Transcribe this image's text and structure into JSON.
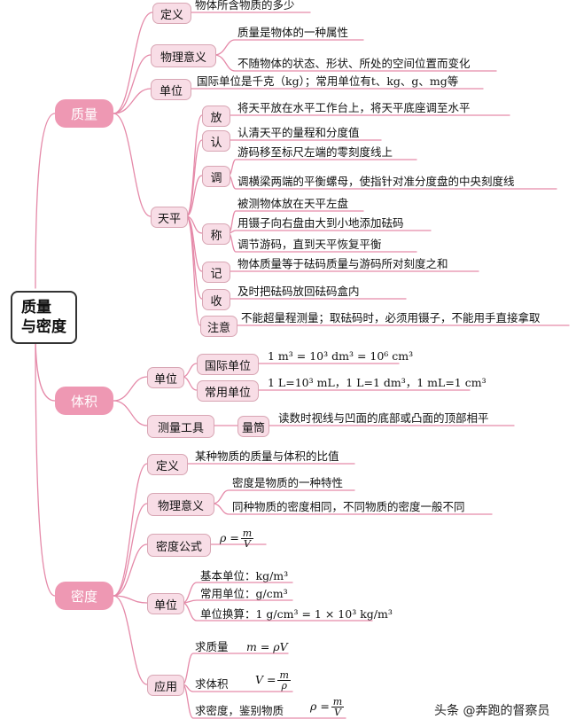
{
  "root": {
    "line1": "质量",
    "line2": "与密度"
  },
  "mass": {
    "label": "质量",
    "definition": {
      "label": "定义",
      "text": "物体所含物质的多少"
    },
    "physical_meaning": {
      "label": "物理意义",
      "items": [
        "质量是物体的一种属性",
        "不随物体的状态、形状、所处的空间位置而变化"
      ]
    },
    "unit": {
      "label": "单位",
      "text": "国际单位是千克（kg）；常用单位有t、kg、g、mg等"
    },
    "balance": {
      "label": "天平",
      "steps": [
        {
          "label": "放",
          "items": [
            "将天平放在水平工作台上，将天平底座调至水平"
          ]
        },
        {
          "label": "认",
          "items": [
            "认清天平的量程和分度值"
          ]
        },
        {
          "label": "调",
          "items": [
            "游码移至标尺左端的零刻度线上",
            "调横梁两端的平衡螺母，使指针对准分度盘的中央刻度线"
          ]
        },
        {
          "label": "称",
          "items": [
            "被测物体放在天平左盘",
            "用镊子向右盘由大到小地添加砝码",
            "调节游码，直到天平恢复平衡"
          ]
        },
        {
          "label": "记",
          "items": [
            "物体质量等于砝码质量与游码所对刻度之和"
          ]
        },
        {
          "label": "收",
          "items": [
            "及时把砝码放回砝码盒内"
          ]
        },
        {
          "label": "注意",
          "items": [
            "不能超量程测量；取砝码时，必须用镊子，不能用手直接拿取"
          ]
        }
      ]
    }
  },
  "volume": {
    "label": "体积",
    "unit": {
      "label": "单位",
      "si": {
        "label": "国际单位",
        "text": "1 m³ = 10³ dm³ = 10⁶ cm³"
      },
      "common": {
        "label": "常用单位",
        "text": "1 L=10³ mL，1 L=1 dm³，1 mL=1 cm³"
      }
    },
    "tool": {
      "label": "测量工具",
      "instrument": "量筒",
      "text": "读数时视线与凹面的底部或凸面的顶部相平"
    }
  },
  "density": {
    "label": "密度",
    "definition": {
      "label": "定义",
      "text": "某种物质的质量与体积的比值"
    },
    "physical_meaning": {
      "label": "物理意义",
      "items": [
        "密度是物质的一种特性",
        "同种物质的密度相同，不同物质的密度一般不同"
      ]
    },
    "formula": {
      "label": "密度公式",
      "lhs": "ρ =",
      "num": "m",
      "den": "V"
    },
    "unit": {
      "label": "单位",
      "items": [
        "基本单位：kg/m³",
        "常用单位：g/cm³",
        "单位换算：1 g/cm³ = 1 × 10³ kg/m³"
      ]
    },
    "application": {
      "label": "应用",
      "find_mass": {
        "label": "求质量",
        "formula": "m = ρV"
      },
      "find_volume": {
        "label": "求体积",
        "lhs": "V =",
        "num": "m",
        "den": "ρ"
      },
      "find_density": {
        "label": "求密度，鉴别物质",
        "lhs": "ρ =",
        "num": "m",
        "den": "V"
      }
    }
  },
  "watermark": "头条 @奔跑的督察员",
  "colors": {
    "line": "#e58aa9",
    "box_fill": "#f8dde6",
    "box_border": "#d8a6b4",
    "category": "#ee98b3"
  }
}
